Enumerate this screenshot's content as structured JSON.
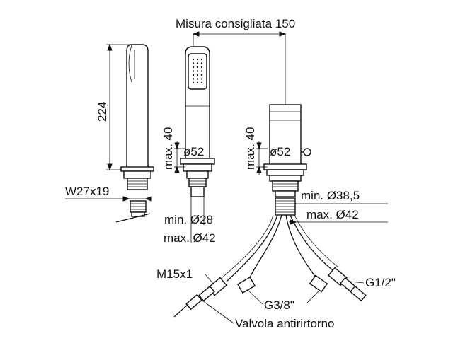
{
  "labels": {
    "recommended_distance": "Misura consigliata 150",
    "hand_shower_height": "224",
    "max_40_left": "max. 40",
    "max_40_right": "max. 40",
    "dia52_left": "ø52",
    "dia52_right": "ø52",
    "thread_w": "W27x19",
    "min_28": "min. Ø28",
    "max_42_left": "max. Ø42",
    "min_38": "min. Ø38,5",
    "max_42_right": "max. Ø42",
    "m15": "M15x1",
    "g12": "G1/2\"",
    "g38": "G3/8\"",
    "valve": "Valvola antirirtorno"
  }
}
